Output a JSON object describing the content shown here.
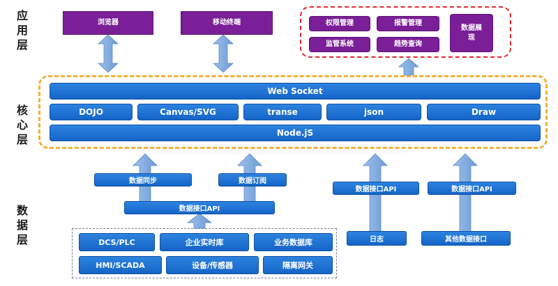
{
  "layers": {
    "app": "应用层",
    "core": "核心层",
    "data": "数据层"
  },
  "app_layer": {
    "browser": "浏览器",
    "mobile": "移动终端",
    "permission": "权限管理",
    "alarm": "报警管理",
    "data_display": "数据展现",
    "supervision": "监管系统",
    "trend": "趋势查询"
  },
  "core_layer": {
    "websocket": "Web Socket",
    "modules": [
      "DOJO",
      "Canvas/SVG",
      "transe",
      "json",
      "Draw"
    ],
    "nodejs": "Node.jS"
  },
  "data_layer": {
    "sync": "数据同步",
    "subscribe": "数据订阅",
    "api_left": "数据接口API",
    "api_mid": "数据接口API",
    "api_right": "数据接口API",
    "sources": [
      "DCS/PLC",
      "企业实时库",
      "业务数据库",
      "HMI/SCADA",
      "设备/传感器",
      "隔离网关"
    ],
    "log": "日志",
    "other": "其他数据接口"
  },
  "colors": {
    "purple": "#7a1f97",
    "blue": "#1e6fd6",
    "arrow": "#7ea9df",
    "dash_orange": "#f2b134",
    "dash_red": "#e0282f"
  }
}
